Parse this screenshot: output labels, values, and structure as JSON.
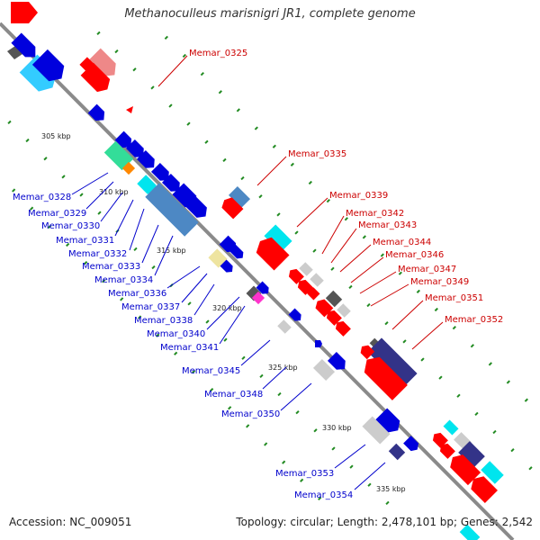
{
  "title": "Methanoculleus marisnigri JR1, complete genome",
  "footer": {
    "accession": "Accession: NC_009051",
    "summary": "Topology: circular; Length: 2,478,101 bp; Genes: 2,542"
  },
  "colors": {
    "backbone": "#8a8a8a",
    "tick": "#228b22",
    "label_red": "#cc0000",
    "label_blue": "#0000cc"
  },
  "ticks": [
    "305 kbp",
    "310 kbp",
    "315 kbp",
    "320 kbp",
    "325 kbp",
    "330 kbp",
    "335 kbp"
  ],
  "labels_top": [
    "Memar_0325",
    "Memar_0335",
    "Memar_0339",
    "Memar_0342",
    "Memar_0343",
    "Memar_0344",
    "Memar_0346",
    "Memar_0347",
    "Memar_0349",
    "Memar_0351",
    "Memar_0352"
  ],
  "labels_bottom": [
    "Memar_0328",
    "Memar_0329",
    "Memar_0330",
    "Memar_0331",
    "Memar_0332",
    "Memar_0333",
    "Memar_0334",
    "Memar_0336",
    "Memar_0337",
    "Memar_0338",
    "Memar_0340",
    "Memar_0341",
    "Memar_0345",
    "Memar_0348",
    "Memar_0350",
    "Memar_0353",
    "Memar_0354"
  ]
}
